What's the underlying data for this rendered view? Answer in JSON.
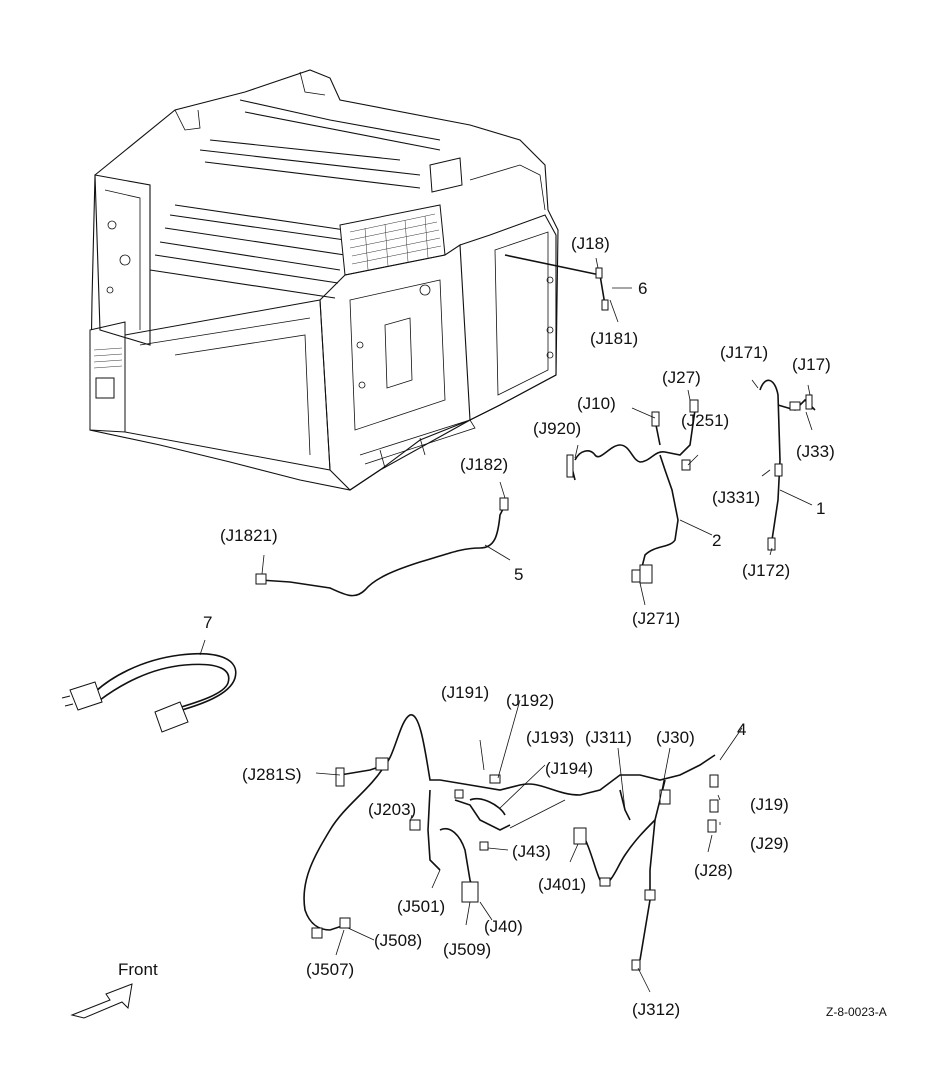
{
  "diagram": {
    "figure_id": "Z-8-0023-A",
    "front_label": "Front",
    "items": [
      {
        "no": "1"
      },
      {
        "no": "2"
      },
      {
        "no": "4"
      },
      {
        "no": "5"
      },
      {
        "no": "6"
      },
      {
        "no": "7"
      }
    ],
    "connectors": [
      "(J18)",
      "(J181)",
      "(J171)",
      "(J17)",
      "(J27)",
      "(J10)",
      "(J920)",
      "(J251)",
      "(J33)",
      "(J331)",
      "(J172)",
      "(J271)",
      "(J182)",
      "(J1821)",
      "(J191)",
      "(J192)",
      "(J193)",
      "(J311)",
      "(J30)",
      "(J194)",
      "(J281S)",
      "(J19)",
      "(J203)",
      "(J29)",
      "(J43)",
      "(J401)",
      "(J28)",
      "(J501)",
      "(J40)",
      "(J509)",
      "(J508)",
      "(J507)",
      "(J312)"
    ]
  }
}
